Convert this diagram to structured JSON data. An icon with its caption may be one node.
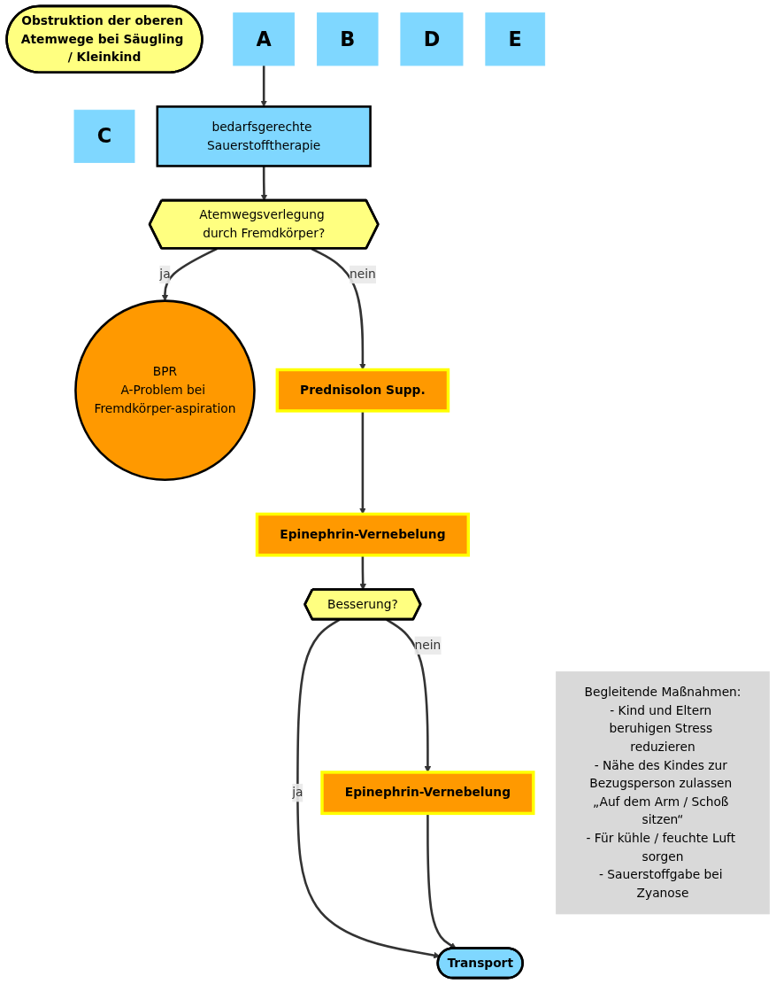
{
  "diagram": {
    "nodes": [
      {
        "text": [
          "Obstruktion der oberen Atemwege bei Säugling / Kleinkind"
        ]
      },
      {
        "text": [
          "A"
        ]
      },
      {
        "text": [
          "B"
        ]
      },
      {
        "text": [
          "C"
        ]
      },
      {
        "text": [
          "D"
        ]
      },
      {
        "text": [
          "E"
        ]
      },
      {
        "text": [
          "bedarfsgerechte Sauerstofftherapie"
        ]
      },
      {
        "text": [
          "Atemwegsverlegung durch Fremdkörper?"
        ]
      },
      {
        "text": [
          "BPR",
          "A-Problem bei Fremdkörper-aspiration"
        ]
      },
      {
        "text": [
          "Prednisolon Supp."
        ]
      },
      {
        "text": [
          "Epinephrin-Vernebelung"
        ]
      },
      {
        "text": [
          "Besserung?"
        ]
      },
      {
        "text": [
          "Epinephrin-Vernebelung"
        ]
      },
      {
        "text": [
          "Transport"
        ]
      },
      {
        "text": [
          "Begleitende Maßnahmen:",
          "- Kind und Eltern beruhigen Stress reduzieren",
          "- Nähe des Kindes zur Bezugsperson zulassen „Auf dem Arm / Schoß sitzen“",
          "- Für kühle / feuchte Luft sorgen",
          "- Sauerstoffgabe bei Zyanose"
        ]
      }
    ],
    "edges": [
      {
        "from": 1,
        "to": 6,
        "arrow": "to"
      },
      {
        "from": 6,
        "to": 7,
        "arrow": "to"
      },
      {
        "from": 7,
        "to": 8,
        "label": "ja",
        "arrow": "to"
      },
      {
        "from": 7,
        "to": 9,
        "label": "nein",
        "arrow": "to"
      },
      {
        "from": 9,
        "to": 10,
        "arrow": "to"
      },
      {
        "from": 10,
        "to": 11,
        "arrow": "to"
      },
      {
        "from": 11,
        "to": 12,
        "label": "nein",
        "arrow": "to"
      },
      {
        "from": 11,
        "to": 13,
        "label": "ja",
        "arrow": "to"
      },
      {
        "from": 12,
        "to": 13,
        "arrow": "to"
      }
    ]
  }
}
